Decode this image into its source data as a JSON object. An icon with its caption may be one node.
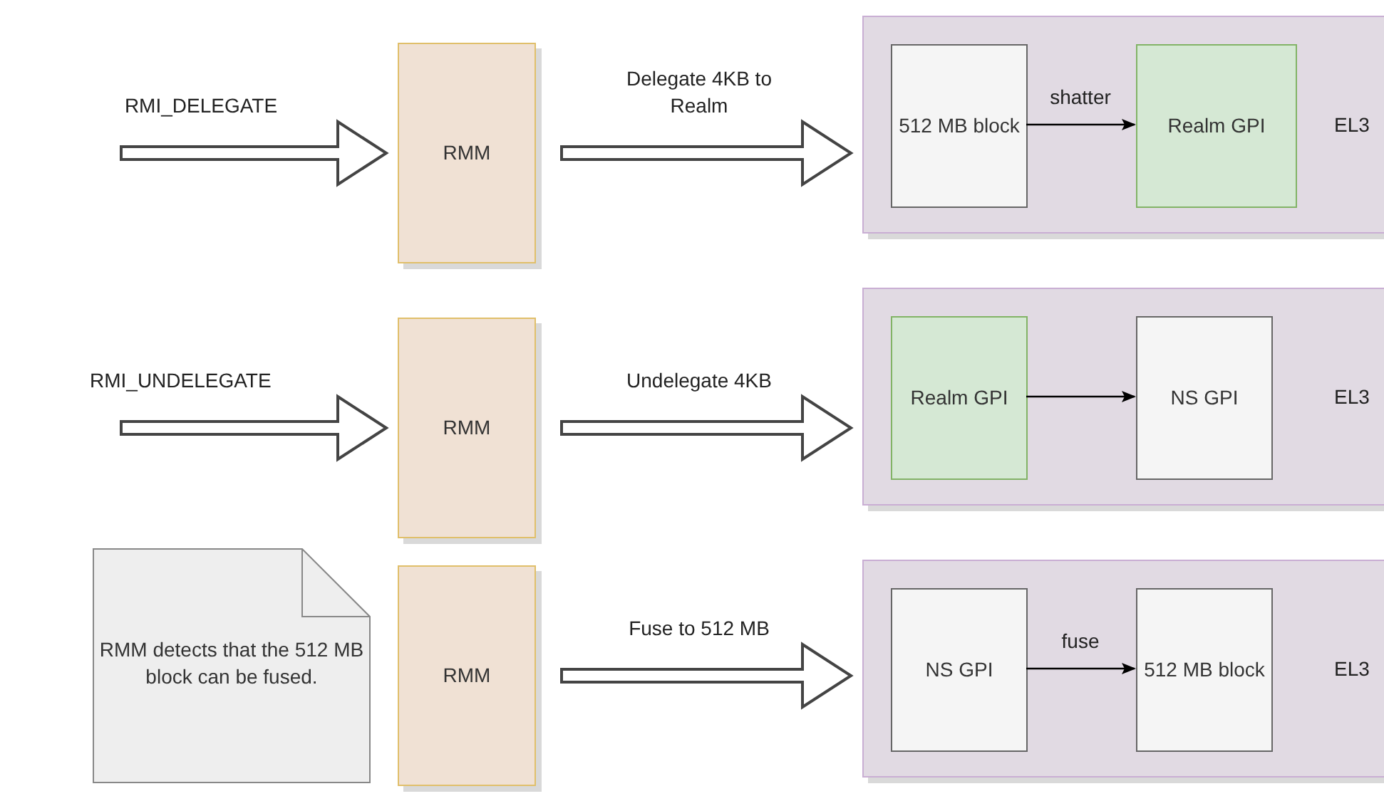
{
  "diagram": {
    "nodes": [
      {
        "text": [
          "RMM"
        ]
      },
      {
        "text": [
          "EL3"
        ]
      },
      {
        "text": [
          "512 MB block"
        ],
        "in": 1
      },
      {
        "text": [
          "Realm GPI"
        ],
        "in": 1
      },
      {
        "text": [
          "RMM"
        ]
      },
      {
        "text": [
          "EL3"
        ]
      },
      {
        "text": [
          "Realm GPI"
        ],
        "in": 5
      },
      {
        "text": [
          "NS GPI"
        ],
        "in": 5
      },
      {
        "text": [
          "RMM detects that the 512 MB block can be fused."
        ]
      },
      {
        "text": [
          "RMM"
        ]
      },
      {
        "text": [
          "EL3"
        ]
      },
      {
        "text": [
          "NS GPI"
        ],
        "in": 10
      },
      {
        "text": [
          "512 MB block"
        ],
        "in": 10
      }
    ],
    "edges": [
      {
        "from": null,
        "to": 0,
        "arrow": "to",
        "label": "RMI_DELEGATE",
        "style": "thick"
      },
      {
        "from": 0,
        "to": 1,
        "arrow": "to",
        "label": "Delegate 4KB to Realm",
        "style": "thick"
      },
      {
        "from": 2,
        "to": 3,
        "arrow": "to",
        "label": "shatter"
      },
      {
        "from": null,
        "to": 4,
        "arrow": "to",
        "label": "RMI_UNDELEGATE",
        "style": "thick"
      },
      {
        "from": 4,
        "to": 5,
        "arrow": "to",
        "label": "Undelegate 4KB",
        "style": "thick"
      },
      {
        "from": 6,
        "to": 7,
        "arrow": "to"
      },
      {
        "from": 9,
        "to": 10,
        "arrow": "to",
        "label": "Fuse to 512 MB",
        "style": "thick"
      },
      {
        "from": 11,
        "to": 12,
        "arrow": "to",
        "label": "fuse"
      }
    ]
  }
}
